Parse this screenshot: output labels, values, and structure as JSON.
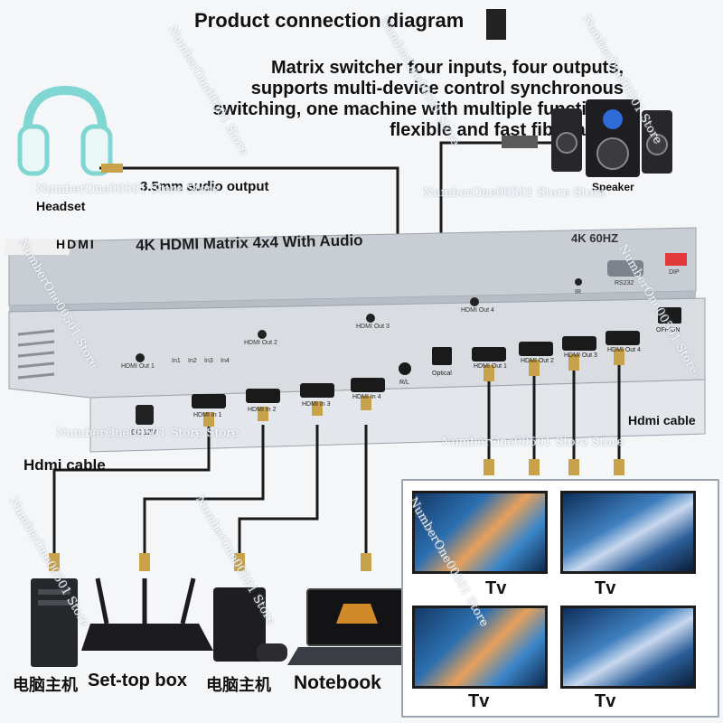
{
  "title": "Product connection diagram",
  "description": [
    "Matrix switcher four inputs, four outputs,",
    "supports multi-device control synchronous",
    "switching, one machine with multiple functions,",
    "flexible and fast fiber audio"
  ],
  "labels": {
    "audio_output": "3.5mm audio output",
    "headset": "Headset",
    "speaker": "Speaker",
    "hdmi_cable_left": "Hdmi cable",
    "hdmi_cable_right": "Hdmi cable",
    "pc1": "电脑主机",
    "settop": "Set-top box",
    "pc2": "电脑主机",
    "notebook": "Notebook",
    "tv": [
      "Tv",
      "Tv",
      "Tv",
      "Tv"
    ]
  },
  "device": {
    "logo": "HDMI",
    "name": "4K HDMI Matrix 4x4 With Audio",
    "resolution": "4K 60HZ",
    "top_ports": [
      "HDMI Out 1",
      "HDMI Out 2",
      "HDMI Out 3",
      "HDMI Out 4"
    ],
    "leds": [
      "In1",
      "In2",
      "In3",
      "In4"
    ],
    "ir": "IR",
    "rs232": "RS232",
    "dip": "DIP",
    "dc": "DC 12V",
    "inputs": [
      "HDMI In 1",
      "HDMI In 2",
      "HDMI In 3",
      "HDMI In 4"
    ],
    "rl": "R/L",
    "optical": "Optical",
    "outputs": [
      "HDMI Out 1",
      "HDMI Out 2",
      "HDMI Out 3",
      "HDMI Out 4"
    ],
    "switch": "OFF/ON"
  },
  "watermark": "NumberOne00501 Store Store",
  "watermark_lines": [
    "NumberOne00501 Store",
    "NumberOne00501 Store",
    "NumberOne00501 Store",
    "NumberOne00501 Store",
    "NumberOne00501 Store",
    "NumberOne00501 Store",
    "NumberOne00501 Store",
    "NumberOne00501 Store"
  ],
  "colors": {
    "device_body": "#c9ced4",
    "device_front": "#d9dde1",
    "cable": "#1a1a1a",
    "connector_gold": "#c8a24a",
    "tv_frame": "#1b1b1b",
    "headset_accent": "#7fd6d2"
  }
}
